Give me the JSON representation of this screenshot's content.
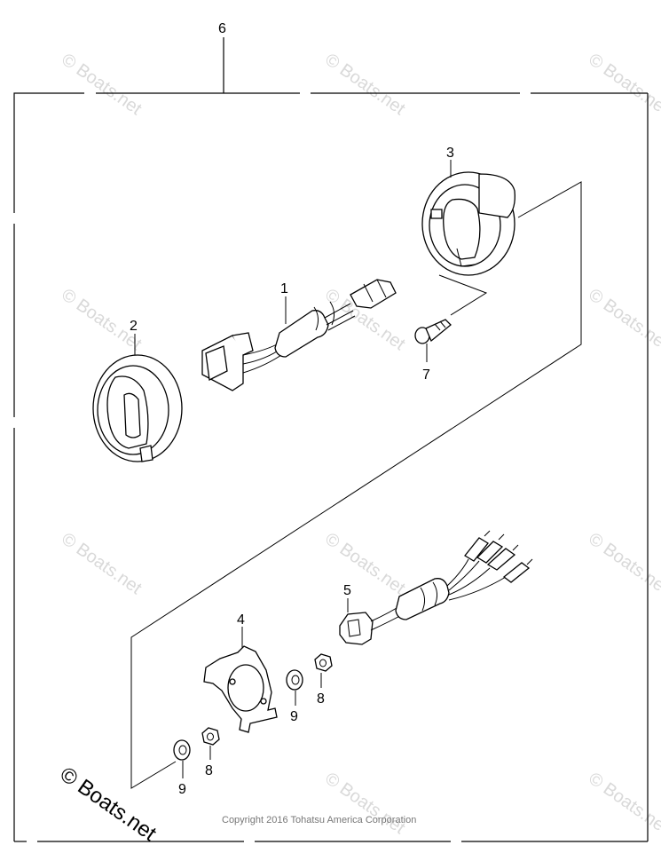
{
  "callouts": {
    "c1": "1",
    "c2": "2",
    "c3": "3",
    "c4": "4",
    "c5": "5",
    "c6": "6",
    "c7": "7",
    "c8a": "8",
    "c8b": "8",
    "c9a": "9",
    "c9b": "9"
  },
  "watermark": {
    "text": "© Boats.net",
    "corner": "© Boats.net"
  },
  "copyright": "Copyright 2016 Tohatsu America Corporation"
}
